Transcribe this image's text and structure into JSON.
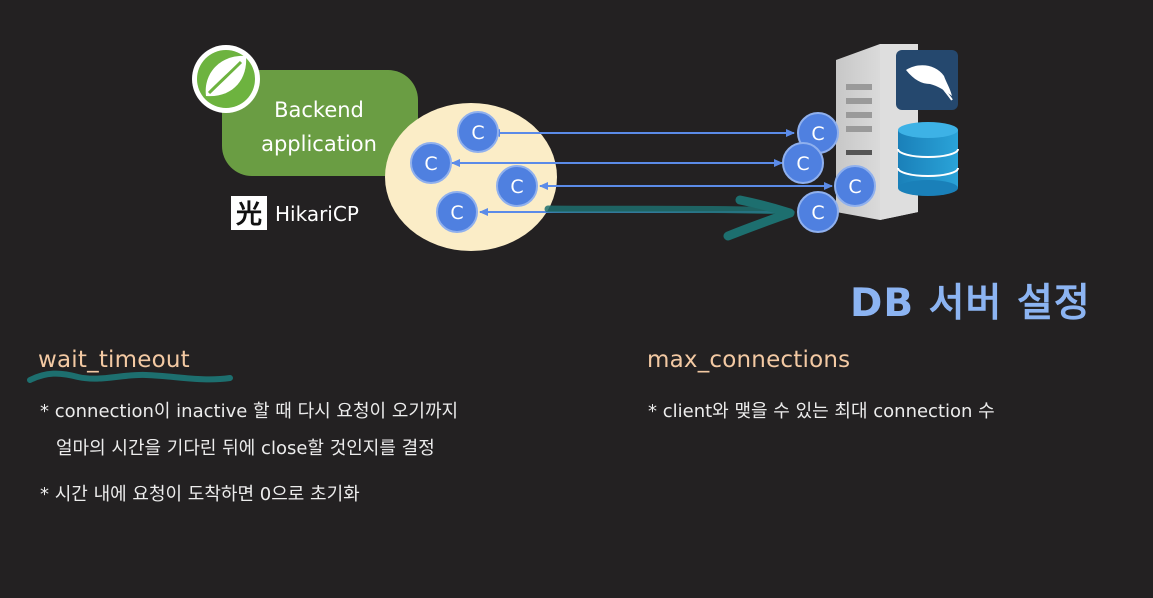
{
  "diagram": {
    "app_label_line1": "Backend",
    "app_label_line2": "application",
    "pool_label": "HikariCP",
    "connection_glyph": "C",
    "icons": [
      "spring-leaf-icon",
      "hikari-logo-icon",
      "server-tower-icon",
      "mysql-dolphin-icon",
      "database-cylinder-icon"
    ],
    "colors": {
      "app_box": "#6a9d43",
      "pool_ellipse": "#fbedc7",
      "connection": "#4f80e0",
      "arrow": "#5b8be8",
      "annotation": "#1d6f6f"
    }
  },
  "title": "DB 서버 설정",
  "left": {
    "heading": "wait_timeout",
    "bullet1_line1": "* connection이 inactive 할 때 다시 요청이 오기까지",
    "bullet1_line2": "얼마의 시간을 기다린 뒤에 close할 것인지를 결정",
    "bullet2": "* 시간 내에 요청이 도착하면 0으로 초기화"
  },
  "right": {
    "heading": "max_connections",
    "bullet1": "* client와 맺을 수 있는 최대 connection 수"
  }
}
